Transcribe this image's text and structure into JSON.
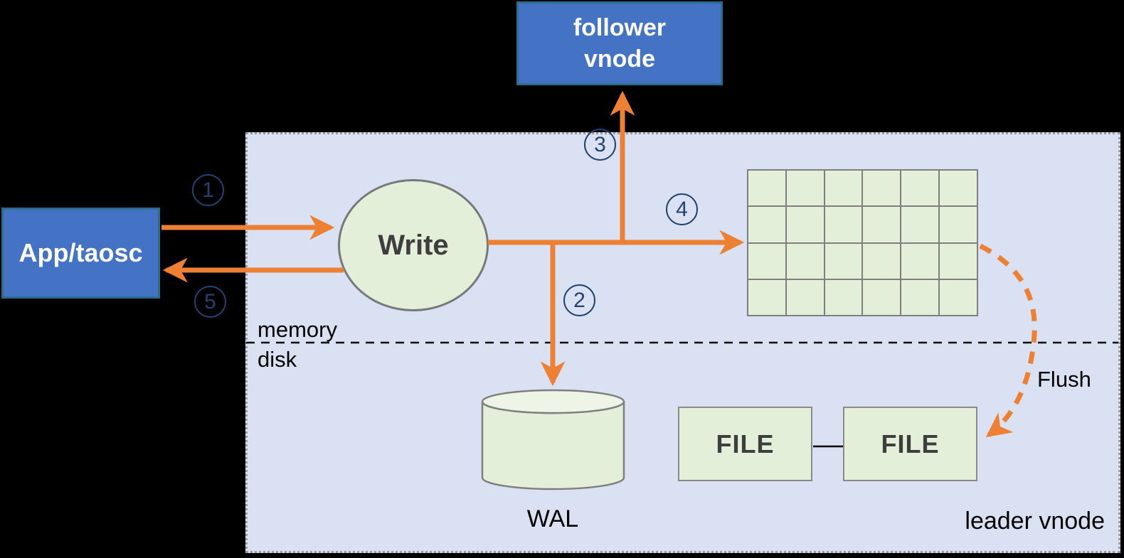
{
  "colors": {
    "accent-orange": "#ED8033",
    "node-blue": "#4472C4",
    "node-blue-border": "#2B6D8D",
    "shape-green": "#E3EFD9",
    "shape-green-light": "#EEF5E6",
    "panel-lavender": "#D9E1F2",
    "step-navy": "#24416F",
    "shape-border-gray": "#7F7F7F",
    "text-dark": "#3E3E3E"
  },
  "nodes": {
    "follower_vnode": {
      "line1": "follower",
      "line2": "vnode"
    },
    "app_taosc": {
      "label": "App/taosc"
    },
    "write": {
      "label": "Write"
    },
    "wal": {
      "label": "WAL"
    },
    "file_left": {
      "label": "FILE"
    },
    "file_right": {
      "label": "FILE"
    }
  },
  "labels": {
    "memory": "memory",
    "disk": "disk",
    "flush": "Flush",
    "leader_vnode": "leader vnode"
  },
  "steps": {
    "s1": "1",
    "s2": "2",
    "s3": "3",
    "s4": "4",
    "s5": "5"
  },
  "memtable": {
    "rows": 4,
    "cols": 6
  }
}
